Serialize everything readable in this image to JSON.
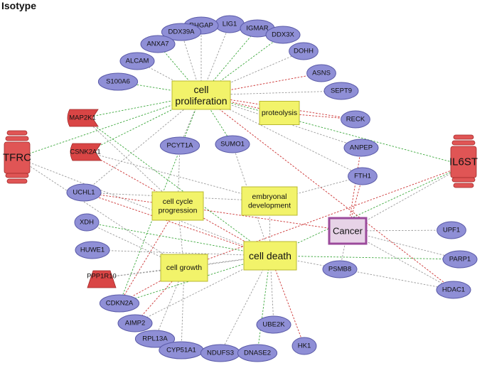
{
  "title": "Isotype",
  "colors": {
    "gene_fill": "#8f8fd6",
    "gene_stroke": "#5a5aa8",
    "process_fill": "#f2f36a",
    "process_stroke": "#b8b830",
    "receptor_fill": "#e05555",
    "receptor_stroke": "#a02828",
    "kinase_fill": "#d94545",
    "cancer_fill": "#9b4a9b",
    "edge_gray": "#9a9a9a",
    "edge_green": "#3ca83c",
    "edge_red": "#cc3333"
  },
  "nodes": {
    "genes": [
      {
        "id": "LIG1",
        "label": "LIG1"
      },
      {
        "id": "RHGAP",
        "label": "RHGAP"
      },
      {
        "id": "DDX39A",
        "label": "DDX39A"
      },
      {
        "id": "ANXA7",
        "label": "ANXA7"
      },
      {
        "id": "IGMAR",
        "label": "IGMAR"
      },
      {
        "id": "DDX3X",
        "label": "DDX3X"
      },
      {
        "id": "DOHH",
        "label": "DOHH"
      },
      {
        "id": "ALCAM",
        "label": "ALCAM"
      },
      {
        "id": "ASNS",
        "label": "ASNS"
      },
      {
        "id": "S100A6",
        "label": "S100A6"
      },
      {
        "id": "SEPT9",
        "label": "SEPT9"
      },
      {
        "id": "RECK",
        "label": "RECK"
      },
      {
        "id": "PCYT1A",
        "label": "PCYT1A"
      },
      {
        "id": "SUMO1",
        "label": "SUMO1"
      },
      {
        "id": "ANPEP",
        "label": "ANPEP"
      },
      {
        "id": "FTH1",
        "label": "FTH1"
      },
      {
        "id": "UCHL1",
        "label": "UCHL1"
      },
      {
        "id": "XDH",
        "label": "XDH"
      },
      {
        "id": "UPF1",
        "label": "UPF1"
      },
      {
        "id": "HUWE1",
        "label": "HUWE1"
      },
      {
        "id": "PARP1",
        "label": "PARP1"
      },
      {
        "id": "PSMB8",
        "label": "PSMB8"
      },
      {
        "id": "HDAC1",
        "label": "HDAC1"
      },
      {
        "id": "CDKN2A",
        "label": "CDKN2A"
      },
      {
        "id": "AIMP2",
        "label": "AIMP2"
      },
      {
        "id": "UBE2K",
        "label": "UBE2K"
      },
      {
        "id": "RPL13A",
        "label": "RPL13A"
      },
      {
        "id": "HK1",
        "label": "HK1"
      },
      {
        "id": "CYP51A1",
        "label": "CYP51A1"
      },
      {
        "id": "NDUFS3",
        "label": "NDUFS3"
      },
      {
        "id": "DNASE2",
        "label": "DNASE2"
      }
    ],
    "processes": [
      {
        "id": "cell_proliferation",
        "lines": [
          "cell",
          "proliferation"
        ]
      },
      {
        "id": "proteolysis",
        "lines": [
          "proteolysis"
        ]
      },
      {
        "id": "cell_cycle_progression",
        "lines": [
          "cell cycle",
          "progression"
        ]
      },
      {
        "id": "embryonal_development",
        "lines": [
          "embryonal",
          "development"
        ]
      },
      {
        "id": "cell_death",
        "lines": [
          "cell death"
        ]
      },
      {
        "id": "cell_growth",
        "lines": [
          "cell growth"
        ]
      }
    ],
    "disease": {
      "id": "Cancer",
      "label": "Cancer"
    },
    "receptors": [
      {
        "id": "TFRC",
        "label": "TFRC"
      },
      {
        "id": "IL6ST",
        "label": "IL6ST"
      }
    ],
    "kinases": [
      {
        "id": "MAP2K1",
        "label": "MAP2K1"
      },
      {
        "id": "CSNK2A1",
        "label": "CSNK2A1"
      }
    ],
    "phosphatase": {
      "id": "PPP1R10",
      "label": "PPP1R10"
    }
  },
  "edges": [
    [
      "ALCAM",
      "cell_proliferation",
      "gray"
    ],
    [
      "ANXA7",
      "cell_proliferation",
      "green"
    ],
    [
      "DDX39A",
      "cell_proliferation",
      "gray"
    ],
    [
      "RHGAP",
      "cell_proliferation",
      "gray"
    ],
    [
      "LIG1",
      "cell_proliferation",
      "gray"
    ],
    [
      "IGMAR",
      "cell_proliferation",
      "green"
    ],
    [
      "DDX3X",
      "cell_proliferation",
      "green"
    ],
    [
      "DOHH",
      "cell_proliferation",
      "gray"
    ],
    [
      "ASNS",
      "cell_proliferation",
      "red"
    ],
    [
      "S100A6",
      "cell_proliferation",
      "green"
    ],
    [
      "SEPT9",
      "cell_proliferation",
      "gray"
    ],
    [
      "RECK",
      "proteolysis",
      "red"
    ],
    [
      "RECK",
      "cell_proliferation",
      "red"
    ],
    [
      "MAP2K1",
      "cell_proliferation",
      "green"
    ],
    [
      "TFRC",
      "cell_proliferation",
      "green"
    ],
    [
      "TFRC",
      "cell_death",
      "gray"
    ],
    [
      "TFRC",
      "cell_growth",
      "gray"
    ],
    [
      "IL6ST",
      "cell_proliferation",
      "green"
    ],
    [
      "IL6ST",
      "cell_death",
      "green"
    ],
    [
      "IL6ST",
      "Cancer",
      "gray"
    ],
    [
      "IL6ST",
      "cell_growth",
      "red"
    ],
    [
      "PCYT1A",
      "cell_proliferation",
      "gray"
    ],
    [
      "SUMO1",
      "cell_proliferation",
      "green"
    ],
    [
      "SUMO1",
      "cell_death",
      "gray"
    ],
    [
      "ANPEP",
      "cell_proliferation",
      "gray"
    ],
    [
      "ANPEP",
      "Cancer",
      "red"
    ],
    [
      "FTH1",
      "cell_proliferation",
      "gray"
    ],
    [
      "FTH1",
      "Cancer",
      "red"
    ],
    [
      "UCHL1",
      "cell_proliferation",
      "gray"
    ],
    [
      "UCHL1",
      "cell_death",
      "red"
    ],
    [
      "UCHL1",
      "Cancer",
      "red"
    ],
    [
      "XDH",
      "cell_death",
      "green"
    ],
    [
      "XDH",
      "cell_growth",
      "gray"
    ],
    [
      "HUWE1",
      "cell_death",
      "gray"
    ],
    [
      "UPF1",
      "Cancer",
      "gray"
    ],
    [
      "PARP1",
      "cell_death",
      "green"
    ],
    [
      "PARP1",
      "Cancer",
      "gray"
    ],
    [
      "PSMB8",
      "Cancer",
      "gray"
    ],
    [
      "HDAC1",
      "cell_proliferation",
      "red"
    ],
    [
      "HDAC1",
      "cell_death",
      "gray"
    ],
    [
      "HDAC1",
      "Cancer",
      "gray"
    ],
    [
      "CDKN2A",
      "cell_proliferation",
      "green"
    ],
    [
      "CDKN2A",
      "cell_growth",
      "red"
    ],
    [
      "CDKN2A",
      "cell_death",
      "green"
    ],
    [
      "CDKN2A",
      "cell_cycle_progression",
      "red"
    ],
    [
      "AIMP2",
      "cell_death",
      "gray"
    ],
    [
      "AIMP2",
      "cell_growth",
      "red"
    ],
    [
      "RPL13A",
      "cell_growth",
      "gray"
    ],
    [
      "CYP51A1",
      "cell_growth",
      "gray"
    ],
    [
      "NDUFS3",
      "cell_death",
      "gray"
    ],
    [
      "DNASE2",
      "cell_death",
      "green"
    ],
    [
      "UBE2K",
      "cell_death",
      "gray"
    ],
    [
      "HK1",
      "cell_death",
      "red"
    ],
    [
      "CSNK2A1",
      "cell_proliferation",
      "green"
    ],
    [
      "CSNK2A1",
      "cell_death",
      "red"
    ],
    [
      "CSNK2A1",
      "embryonal_development",
      "gray"
    ],
    [
      "MAP2K1",
      "cell_death",
      "green"
    ],
    [
      "MAP2K1",
      "cell_cycle_progression",
      "gray"
    ],
    [
      "PPP1R10",
      "cell_growth",
      "gray"
    ],
    [
      "PPP1R10",
      "cell_death",
      "gray"
    ],
    [
      "cell_cycle_progression",
      "cell_growth",
      "gray"
    ],
    [
      "embryonal_development",
      "cell_death",
      "gray"
    ],
    [
      "cell_proliferation",
      "proteolysis",
      "red"
    ],
    [
      "cell_death",
      "cell_growth",
      "gray"
    ],
    [
      "UCHL1",
      "embryonal_development",
      "gray"
    ],
    [
      "PCYT1A",
      "cell_cycle_progression",
      "gray"
    ],
    [
      "FTH1",
      "embryonal_development",
      "gray"
    ]
  ]
}
